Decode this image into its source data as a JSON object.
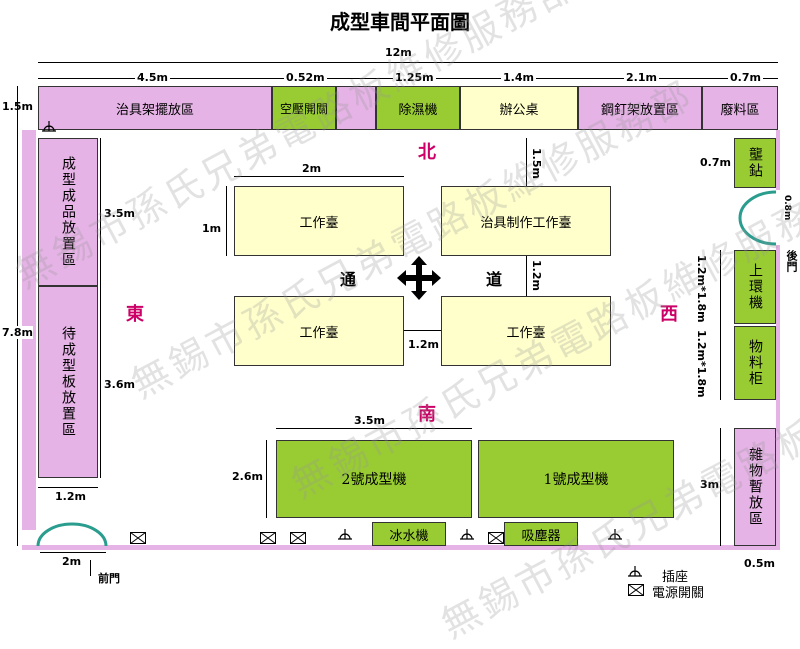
{
  "title": "成型車間平面圖",
  "compass": {
    "north": "北",
    "south": "南",
    "east": "東",
    "west": "西"
  },
  "aisle": {
    "left": "通",
    "right": "道"
  },
  "top_row": [
    {
      "label": "治具架擺放區",
      "width": "4.5m",
      "color": "pink"
    },
    {
      "label": "空壓開關",
      "width": "0.52m",
      "color": "green"
    },
    {
      "label": "除濕機",
      "width": "1.25m",
      "color": "green"
    },
    {
      "label": "辦公桌",
      "width": "1.4m",
      "color": "cream"
    },
    {
      "label": "鋼釘架放置區",
      "width": "2.1m",
      "color": "pink"
    },
    {
      "label": "廢料區",
      "width": "0.7m",
      "color": "pink"
    }
  ],
  "total_width": "12m",
  "total_height": "7.8m",
  "top_row_height": "1.5m",
  "left_column": [
    {
      "label": "成型成品放置區",
      "height": "3.5m"
    },
    {
      "label": "待成型板放置區",
      "height": "3.6m"
    }
  ],
  "left_width": "1.2m",
  "right_column": [
    {
      "label": "壟鉆",
      "height": "0.7m"
    },
    {
      "label": "上環機",
      "height": "1.2m*1.8m"
    },
    {
      "label": "物料柜",
      "height": "1.2m*1.8m"
    },
    {
      "label": "雜物暫放區",
      "height": "3m"
    }
  ],
  "right_width": "0.5m",
  "back_door": {
    "label": "後門",
    "width": "0.8m"
  },
  "front_door": {
    "label": "前門",
    "width": "2m"
  },
  "workbenches": [
    {
      "label": "工作臺"
    },
    {
      "label": "治具制作工作臺"
    },
    {
      "label": "工作臺"
    },
    {
      "label": "工作臺"
    }
  ],
  "bench_dims": {
    "width": "2m",
    "height": "1m",
    "gap_h": "1.2m",
    "gap_v": "1.2m",
    "top_gap": "1.5m"
  },
  "machines": [
    {
      "label": "2號成型機",
      "width": "3.5m",
      "height": "2.6m"
    },
    {
      "label": "1號成型機"
    }
  ],
  "bottom_row": [
    {
      "label": "冰水機"
    },
    {
      "label": "吸塵器"
    }
  ],
  "legend": {
    "outlet": "插座",
    "switch": "電源開關"
  },
  "watermark": "無錫市孫氏兄弟電路板維修服務部"
}
